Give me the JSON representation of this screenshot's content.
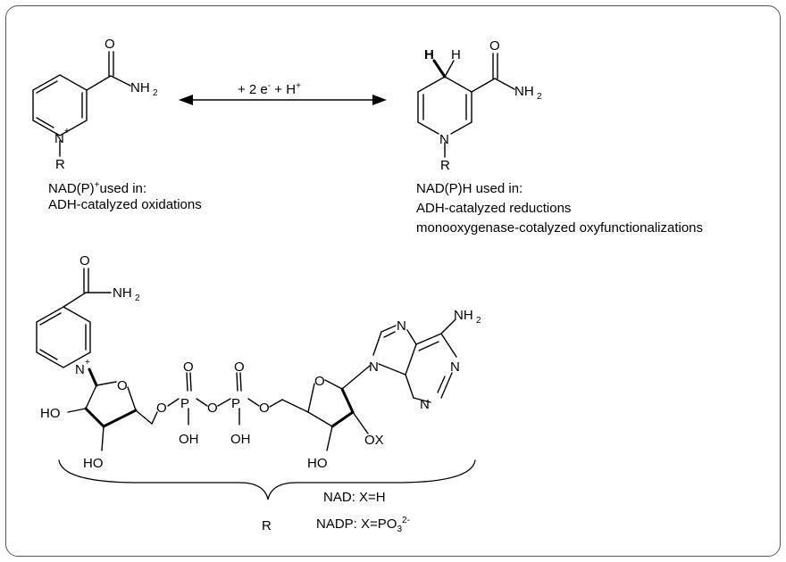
{
  "reaction": {
    "label": "+ 2 e",
    "label_sup1": "-",
    "label_mid": " + H",
    "label_sup2": "+"
  },
  "left": {
    "caption_a": "NAD(P)",
    "caption_sup": "+",
    "caption_b": "used in:",
    "line2": "ADH-catalyzed oxidations"
  },
  "right": {
    "line1": "NAD(P)H used in:",
    "line2": "ADH-catalyzed reductions",
    "line3": "monooxygenase-cotalyzed oxyfunctionalizations"
  },
  "atoms": {
    "O": "O",
    "N": "N",
    "NH": "NH",
    "sub2": "2",
    "plus": "+",
    "R": "R",
    "H": "H",
    "HO": "HO",
    "OH": "OH",
    "OX": "OX",
    "P": "P"
  },
  "bottom": {
    "nad": "NAD: X=H",
    "nadp_a": "NADP: X=PO",
    "nadp_sub": "3",
    "nadp_sup": "2-",
    "r_label": "R"
  },
  "colors": {
    "border": "#555555",
    "ink": "#000000"
  }
}
